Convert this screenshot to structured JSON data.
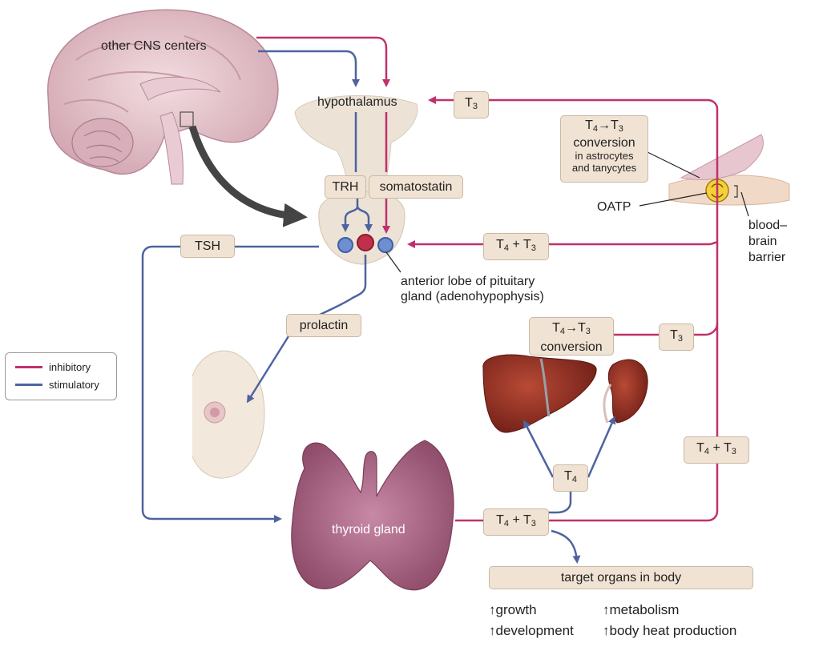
{
  "labels": {
    "other_cns": "other CNS centers",
    "hypothalamus": "hypothalamus",
    "anterior_lobe_1": "anterior lobe of pituitary",
    "anterior_lobe_2": "gland (adenohypophysis)",
    "oatp": "OATP",
    "bbb_1": "blood–",
    "bbb_2": "brain",
    "bbb_3": "barrier",
    "thyroid": "thyroid gland"
  },
  "boxes": {
    "trh": "TRH",
    "somatostatin": "somatostatin",
    "tsh": "TSH",
    "prolactin": "prolactin",
    "t3_top": {
      "main": "T",
      "sub": "3"
    },
    "t4t3_mid": {
      "a": "T",
      "a_sub": "4",
      "plus": " + T",
      "b_sub": "3"
    },
    "conv_brain": {
      "l1_a": "T",
      "l1_sub1": "4",
      "arrow": "→T",
      "l1_sub2": "3",
      "l2": "conversion",
      "l3": "in astrocytes",
      "l4": "and tanycytes"
    },
    "conv_liver": {
      "l1_a": "T",
      "l1_sub1": "4",
      "arrow": "→T",
      "l1_sub2": "3",
      "l2": "conversion"
    },
    "t3_liver": {
      "main": "T",
      "sub": "3"
    },
    "t4t3_right": {
      "a": "T",
      "a_sub": "4",
      "plus": " + T",
      "b_sub": "3"
    },
    "t4_bottom": {
      "main": "T",
      "sub": "4"
    },
    "t4t3_bottom": {
      "a": "T",
      "a_sub": "4",
      "plus": " + T",
      "b_sub": "3"
    },
    "target": "target organs in body"
  },
  "effects": {
    "growth": "↑growth",
    "development": "↑development",
    "metabolism": "↑metabolism",
    "heat": "↑body heat production"
  },
  "legend": {
    "inhibitory": "inhibitory",
    "stimulatory": "stimulatory"
  },
  "colors": {
    "inhibitory": "#c0316b",
    "stimulatory": "#4e63a0",
    "box_fill": "#f1e3d3",
    "brain": "#e8c8cf",
    "thyroid": "#b06a8a",
    "liver": "#8e2a20"
  }
}
